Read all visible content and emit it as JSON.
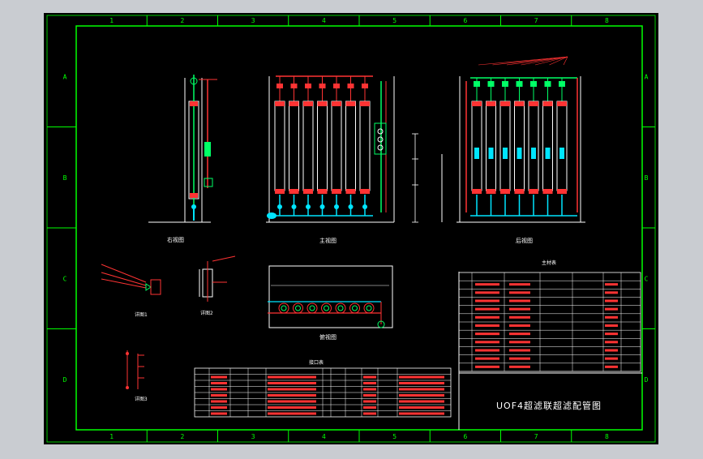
{
  "drawing": {
    "title": "UOF4超滤联超滤配管图",
    "columns": [
      "1",
      "2",
      "3",
      "4",
      "5",
      "6",
      "7",
      "8"
    ],
    "rows": [
      "A",
      "B",
      "C",
      "D"
    ],
    "views": {
      "side": "右视图",
      "front": "主视图",
      "back": "后视图",
      "top": "俯视图",
      "detail1": "详图1",
      "detail2": "详图2",
      "detail3": "详图3"
    },
    "port_table_title": "接口表",
    "material_table_title": "主材表"
  },
  "colors": {
    "background": "#000000",
    "border": "#00ff00",
    "pipe": "#ff3333",
    "water": "#00e5ff",
    "valve": "#00ff66",
    "text": "#ffffff",
    "frame_outer": "#c9ccd1"
  }
}
